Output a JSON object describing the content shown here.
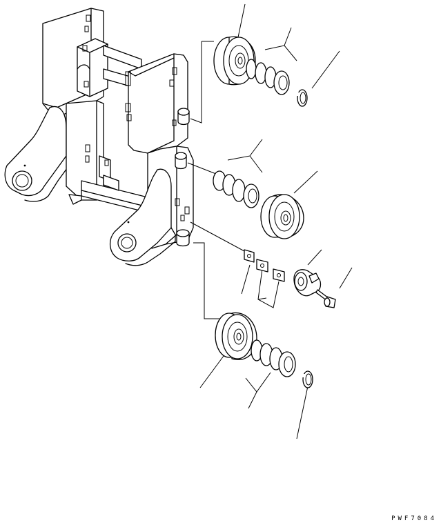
{
  "drawing": {
    "code": "PWF7084",
    "parts": [
      {
        "name": "roller",
        "icon": "roller-icon"
      },
      {
        "name": "shim",
        "icon": "shim-stack-icon"
      },
      {
        "name": "snap-ring",
        "icon": "snap-ring-icon"
      },
      {
        "name": "plate",
        "icon": "plate-icon"
      },
      {
        "name": "eccentric-shaft",
        "icon": "eccentric-shaft-icon"
      },
      {
        "name": "bolt",
        "icon": "bolt-icon"
      }
    ]
  }
}
